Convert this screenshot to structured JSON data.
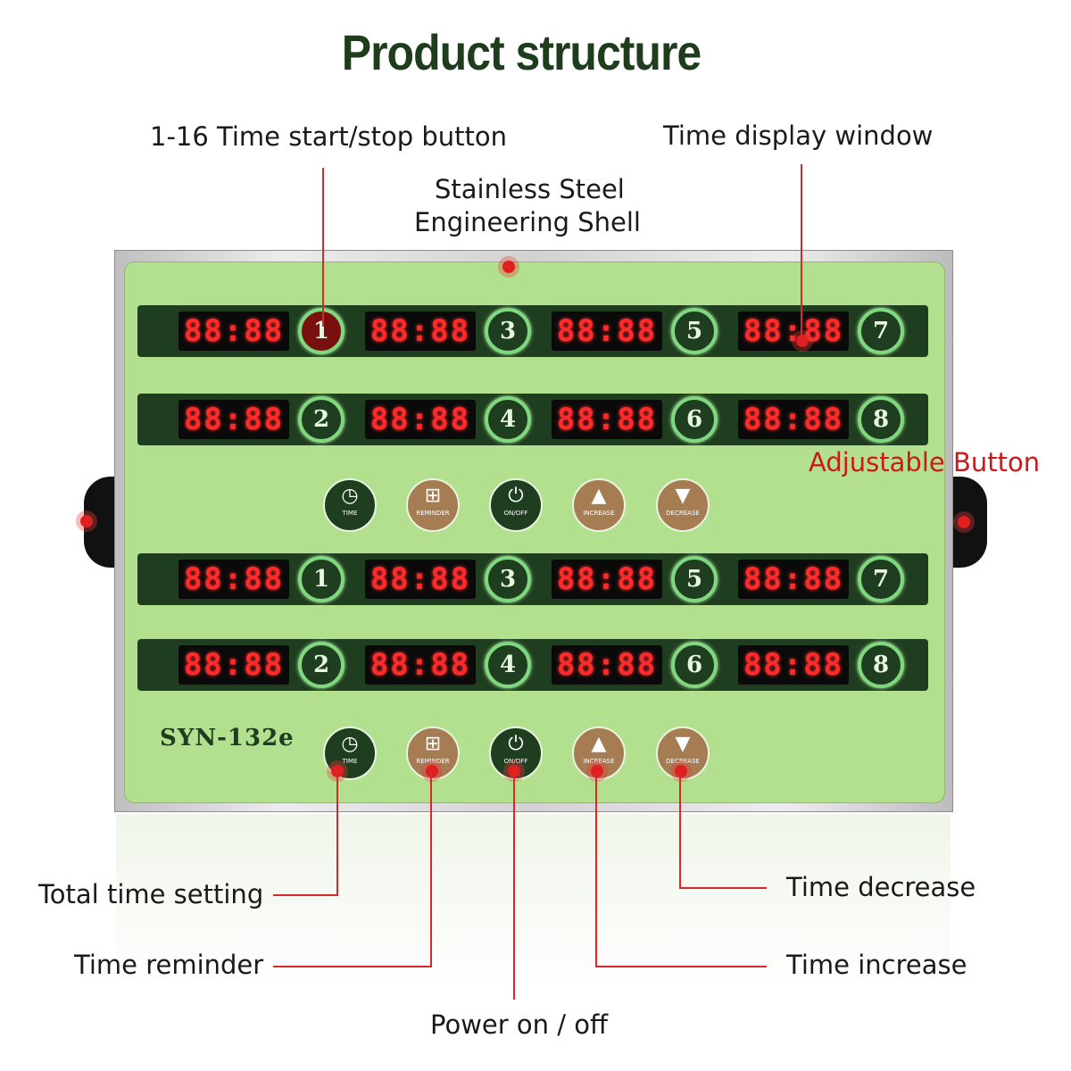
{
  "title": "Product structure",
  "labels": {
    "start_stop": "1-16 Time start/stop button",
    "display_window": "Time display window",
    "shell_line1": "Stainless Steel",
    "shell_line2": "Engineering Shell",
    "adjustable": "Adjustable Button",
    "total_time": "Total time setting",
    "reminder": "Time reminder",
    "power": "Power on / off",
    "decrease": "Time decrease",
    "increase": "Time increase"
  },
  "device": {
    "model": "SYN-132e",
    "display_value": "88:88",
    "rows": [
      {
        "buttons": [
          "1",
          "3",
          "5",
          "7"
        ]
      },
      {
        "buttons": [
          "2",
          "4",
          "6",
          "8"
        ]
      },
      {
        "buttons": [
          "1",
          "3",
          "5",
          "7"
        ]
      },
      {
        "buttons": [
          "2",
          "4",
          "6",
          "8"
        ]
      }
    ],
    "controls": [
      {
        "label": "TIME",
        "icon": "clock-icon",
        "glyph": "◷",
        "color": "#1f3d1f"
      },
      {
        "label": "REMINDER",
        "icon": "basket-icon",
        "glyph": "⊞",
        "color": "#a67c52"
      },
      {
        "label": "ON/OFF",
        "icon": "power-icon",
        "glyph": "⏻",
        "color": "#1f3d1f"
      },
      {
        "label": "INCREASE",
        "icon": "triangle-up-icon",
        "glyph": "▲",
        "color": "#a67c52"
      },
      {
        "label": "DECREASE",
        "icon": "triangle-down-icon",
        "glyph": "▼",
        "color": "#a67c52"
      }
    ]
  },
  "colors": {
    "panel": "#b3e08e",
    "strip": "#1f3d1f",
    "digits": "#ff2a2a",
    "callout": "#d62a2a"
  }
}
